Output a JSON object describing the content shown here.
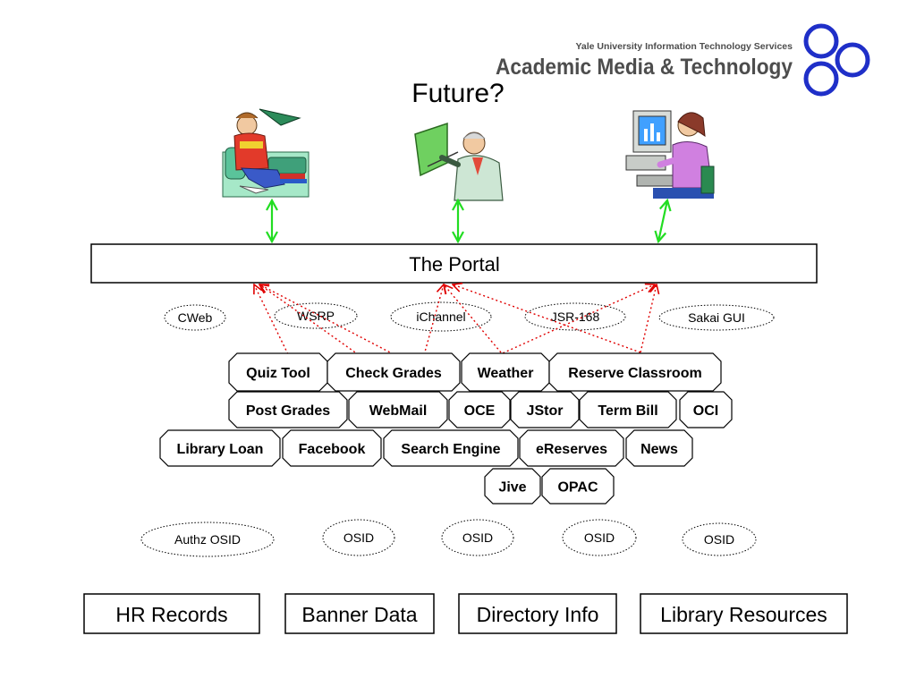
{
  "header": {
    "org_line": "Yale University  Information Technology Services",
    "dept_line": "Academic Media & Technology"
  },
  "slide_title": "Future?",
  "portal_label": "The Portal",
  "protocols": [
    {
      "id": "cweb",
      "label": "CWeb"
    },
    {
      "id": "wsrp",
      "label": "WSRP"
    },
    {
      "id": "ichannel",
      "label": "iChannel"
    },
    {
      "id": "jsr168",
      "label": "JSR-168"
    },
    {
      "id": "sakai-gui",
      "label": "Sakai GUI"
    }
  ],
  "services": [
    [
      {
        "id": "quiz-tool",
        "label": "Quiz Tool"
      },
      {
        "id": "check-grades",
        "label": "Check Grades"
      },
      {
        "id": "weather",
        "label": "Weather"
      },
      {
        "id": "reserve-classroom",
        "label": "Reserve Classroom"
      }
    ],
    [
      {
        "id": "post-grades",
        "label": "Post Grades"
      },
      {
        "id": "webmail",
        "label": "WebMail"
      },
      {
        "id": "oce",
        "label": "OCE"
      },
      {
        "id": "jstor",
        "label": "JStor"
      },
      {
        "id": "term-bill",
        "label": "Term Bill"
      },
      {
        "id": "oci",
        "label": "OCI"
      }
    ],
    [
      {
        "id": "library-loan",
        "label": "Library Loan"
      },
      {
        "id": "facebook",
        "label": "Facebook"
      },
      {
        "id": "search-engine",
        "label": "Search Engine"
      },
      {
        "id": "ereserves",
        "label": "eReserves"
      },
      {
        "id": "news",
        "label": "News"
      }
    ],
    [
      {
        "id": "jive",
        "label": "Jive"
      },
      {
        "id": "opac",
        "label": "OPAC"
      }
    ]
  ],
  "osids": [
    {
      "id": "authz-osid",
      "label": "Authz OSID"
    },
    {
      "id": "osid-2",
      "label": "OSID"
    },
    {
      "id": "osid-3",
      "label": "OSID"
    },
    {
      "id": "osid-4",
      "label": "OSID"
    },
    {
      "id": "osid-5",
      "label": "OSID"
    }
  ],
  "data_sources": [
    {
      "id": "hr-records",
      "label": "HR Records"
    },
    {
      "id": "banner-data",
      "label": "Banner Data"
    },
    {
      "id": "directory-info",
      "label": "Directory Info"
    },
    {
      "id": "library-resources",
      "label": "Library Resources"
    }
  ],
  "colors": {
    "logo_blue": "#1f2fc8",
    "header_gray": "#4d4d4d",
    "green_arrow": "#22dd22",
    "red_link": "#e00000"
  }
}
